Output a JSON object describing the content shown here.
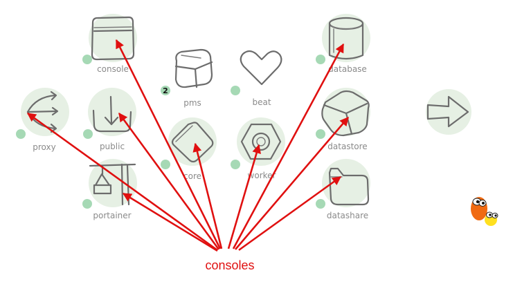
{
  "colors": {
    "bubble": "#e6f0e4",
    "status_dot": "#a6d9b5",
    "arrow": "#e01010",
    "icon_stroke": "#6c6c6c",
    "label": "#8a8a8a"
  },
  "nodes": {
    "console": {
      "label": "console",
      "icon": "window-icon"
    },
    "pms": {
      "label": "pms",
      "icon": "cube-icon",
      "badge": "2"
    },
    "beat": {
      "label": "beat",
      "icon": "heart-icon"
    },
    "database": {
      "label": "database",
      "icon": "cylinder-icon"
    },
    "proxy": {
      "label": "proxy",
      "icon": "fan-out-arrows-icon"
    },
    "public": {
      "label": "public",
      "icon": "download-tray-icon"
    },
    "core": {
      "label": "core",
      "icon": "diamond-icon"
    },
    "worker": {
      "label": "worker",
      "icon": "hex-nut-icon"
    },
    "datastore": {
      "label": "datastore",
      "icon": "box-icon"
    },
    "portainer": {
      "label": "portainer",
      "icon": "crane-icon"
    },
    "datashare": {
      "label": "datashare",
      "icon": "folder-icon"
    }
  },
  "right_arrow": {
    "icon": "right-arrow-icon"
  },
  "mascot": {
    "icon": "googly-eyes-mascot-icon"
  },
  "callout": {
    "label": "consoles"
  }
}
